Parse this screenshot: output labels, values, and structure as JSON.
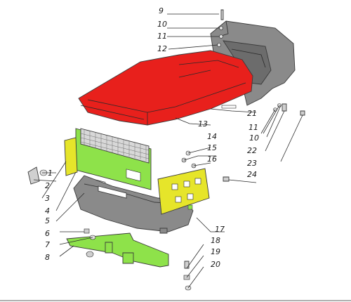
{
  "colors": {
    "hood": "#e8201c",
    "bracket": "#e6e52a",
    "plate": "#8ee24a",
    "shell": "#8a8a8a",
    "shell_dark": "#6c6c6c",
    "line": "#2a2a2a"
  },
  "callouts": [
    {
      "id": "1",
      "text": "1"
    },
    {
      "id": "2",
      "text": "2"
    },
    {
      "id": "3",
      "text": "3"
    },
    {
      "id": "4",
      "text": "4"
    },
    {
      "id": "5",
      "text": "5"
    },
    {
      "id": "6",
      "text": "6"
    },
    {
      "id": "7",
      "text": "7"
    },
    {
      "id": "8",
      "text": "8"
    },
    {
      "id": "9",
      "text": "9"
    },
    {
      "id": "10",
      "text": "10"
    },
    {
      "id": "11",
      "text": "11"
    },
    {
      "id": "12",
      "text": "12"
    },
    {
      "id": "13",
      "text": "13"
    },
    {
      "id": "14",
      "text": "14"
    },
    {
      "id": "15",
      "text": "15"
    },
    {
      "id": "16",
      "text": "16"
    },
    {
      "id": "17",
      "text": "17"
    },
    {
      "id": "18",
      "text": "18"
    },
    {
      "id": "19",
      "text": "19"
    },
    {
      "id": "20",
      "text": "20"
    },
    {
      "id": "21",
      "text": "21"
    },
    {
      "id": "22",
      "text": "22"
    },
    {
      "id": "23",
      "text": "23"
    },
    {
      "id": "24",
      "text": "24"
    },
    {
      "id": "10b",
      "text": "10"
    },
    {
      "id": "11b",
      "text": "11"
    }
  ]
}
